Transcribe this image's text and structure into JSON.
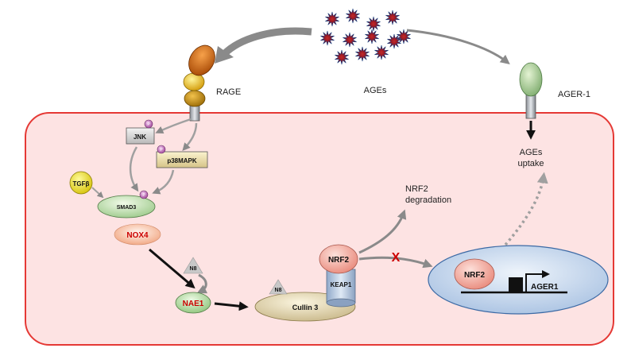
{
  "labels": {
    "ages": "AGEs",
    "rage": "RAGE",
    "ager1_receptor": "AGER-1",
    "ages_uptake_line1": "AGEs",
    "ages_uptake_line2": "uptake",
    "nrf2_degradation_line1": "NRF2",
    "nrf2_degradation_line2": "degradation",
    "jnk": "JNK",
    "p38mapk": "p38MAPK",
    "tgfb": "TGFβ",
    "smad3": "SMAD3",
    "nox4": "NOX4",
    "n8_top": "N8",
    "nae1": "NAE1",
    "n8_cullin": "N8",
    "cullin3": "Cullin 3",
    "keap1": "KEAP1",
    "nrf2_cyto": "NRF2",
    "nrf2_nuc": "NRF2",
    "ager1_gene": "AGER1",
    "blocked_mark": "X",
    "phospho": "P"
  },
  "colors": {
    "cell_fill": "#fde3e3",
    "cell_border": "#e53935",
    "arrow_gray": "#8a8a8a",
    "nox4_text": "#cc0000",
    "nae1_text": "#cc0000",
    "block_mark": "#cc0000"
  }
}
